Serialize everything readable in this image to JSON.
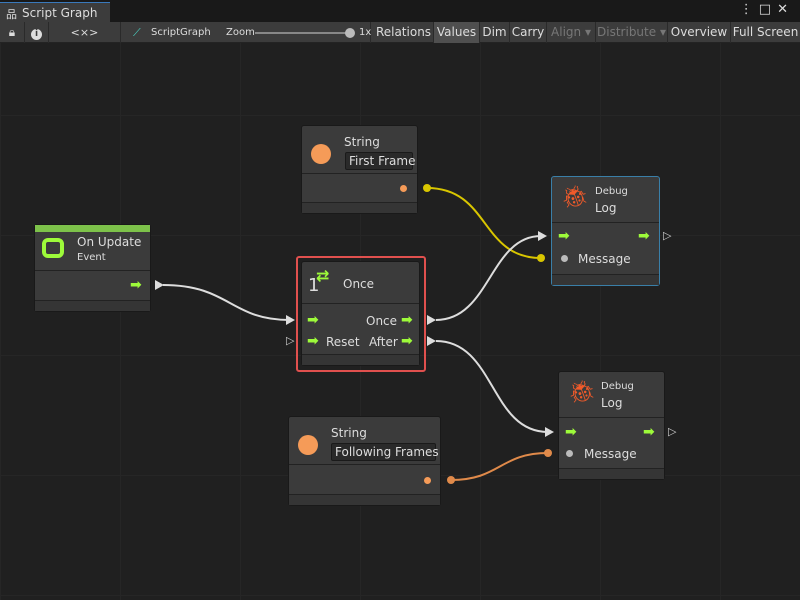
{
  "window": {
    "tab_title": "Script Graph",
    "menu_icon": "kebab-icon",
    "maximize_icon": "maximize-icon",
    "close_icon": "close-icon"
  },
  "toolbar": {
    "lock_icon": "lock-icon",
    "info_icon": "info-icon",
    "code_label": "<×>",
    "graph_name": "ScriptGraph",
    "zoom_label": "Zoom",
    "zoom_value": "1x",
    "zoom_level": 1.0,
    "buttons": [
      {
        "label": "Relations"
      },
      {
        "label": "Values",
        "active": true
      },
      {
        "label": "Dim"
      },
      {
        "label": "Carry"
      },
      {
        "label": "Align ▾",
        "disabled": true
      },
      {
        "label": "Distribute ▾",
        "disabled": true
      },
      {
        "label": "Overview"
      },
      {
        "label": "Full Screen"
      }
    ]
  },
  "colors": {
    "accent_green": "#9dfa3a",
    "event_bar": "#7dc24a",
    "selection": "#e0504e",
    "debug_border": "#3a7fa8",
    "string_orange": "#f59b58",
    "yellow_edge": "#d9c600",
    "orange_edge": "#e08a4a"
  },
  "nodes": {
    "string1": {
      "title": "String",
      "value": "First Frame"
    },
    "string2": {
      "title": "String",
      "value": "Following Frames"
    },
    "on_update": {
      "title": "On Update",
      "subtitle": "Event"
    },
    "once": {
      "badge": "1",
      "title": "Once",
      "in_reset": "Reset",
      "out_once": "Once",
      "out_after": "After"
    },
    "log1": {
      "subtitle": "Debug",
      "title": "Log",
      "message": "Message"
    },
    "log2": {
      "subtitle": "Debug",
      "title": "Log",
      "message": "Message"
    }
  }
}
